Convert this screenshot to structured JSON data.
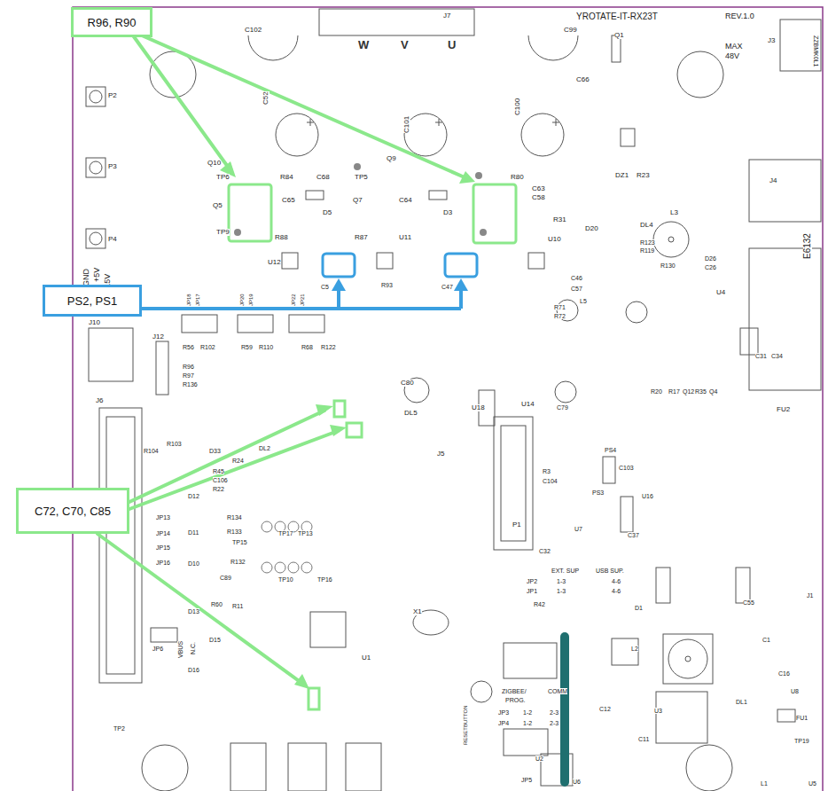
{
  "diagram": {
    "nodes": [
      {
        "text": [
          "R96, R90"
        ]
      },
      {
        "text": [
          "PS2, PS1"
        ]
      },
      {
        "text": [
          "C72, C70, C85"
        ]
      }
    ],
    "labels": [
      "YROTATE-IT-RX23T",
      "REV.1.0",
      "MAX",
      "48V",
      "J3",
      "ZZBMK0L1",
      "J7",
      "W",
      "V",
      "U",
      "C102",
      "C99",
      "Q1",
      "P2",
      "P3",
      "P4",
      "Q10",
      "TP6",
      "Q5",
      "TP9",
      "C52",
      "R84",
      "C68",
      "TP5",
      "Q9",
      "C101",
      "C100",
      "C66",
      "R80",
      "C63",
      "C58",
      "Q7",
      "C65",
      "D5",
      "C64",
      "D3",
      "R88",
      "R87",
      "U11",
      "U10",
      "U12",
      "R31",
      "D20",
      "DZ1",
      "R23",
      "L3",
      "DL4",
      "R123",
      "R119",
      "R130",
      "D26",
      "C26",
      "U4",
      "C46",
      "C57",
      "L5",
      "R71",
      "R72",
      "C5",
      "R93",
      "C47",
      "GND",
      "+5V",
      "+15V",
      "J10",
      "J12",
      "J6",
      "JP18",
      "JP17",
      "JP20",
      "JP19",
      "JP22",
      "JP21",
      "R56",
      "R102",
      "R59",
      "R110",
      "R68",
      "R122",
      "R96",
      "R97",
      "R136",
      "R104",
      "R103",
      "D33",
      "D12",
      "D11",
      "D10",
      "D13",
      "D15",
      "D16",
      "JP13",
      "JP14",
      "JP15",
      "JP16",
      "VBUS",
      "N.C.",
      "JP6",
      "TP2",
      "TP15",
      "TP17",
      "TP13",
      "TP10",
      "TP16",
      "R134",
      "R133",
      "R132",
      "DL2",
      "R24",
      "R45",
      "C106",
      "R22",
      "C89",
      "R60",
      "R11",
      "U1",
      "X1",
      "U18",
      "U14",
      "C80",
      "DL5",
      "J5",
      "P1",
      "R3",
      "C104",
      "PS4",
      "PS3",
      "U16",
      "C103",
      "C37",
      "U7",
      "C32",
      "EXT. SUP",
      "USB SUP.",
      "JP2",
      "1-3",
      "4-6",
      "JP1",
      "1-3",
      "4-6",
      "R42",
      "ZIGBEE/",
      "PROG.",
      "COMM",
      "JP3",
      "1-2",
      "2-3",
      "JP4",
      "1-2",
      "2-3",
      "RESETBUTTON",
      "JP5",
      "U6",
      "U2",
      "C11",
      "L2",
      "D1",
      "U3",
      "C12",
      "L1",
      "U5",
      "DL1",
      "C1",
      "C16",
      "J1",
      "C55",
      "FU1",
      "TP19",
      "U8",
      "E6132",
      "J4",
      "FU2",
      "C31",
      "C34",
      "Q4",
      "R35",
      "R17",
      "R20",
      "Q12",
      "C79"
    ]
  }
}
